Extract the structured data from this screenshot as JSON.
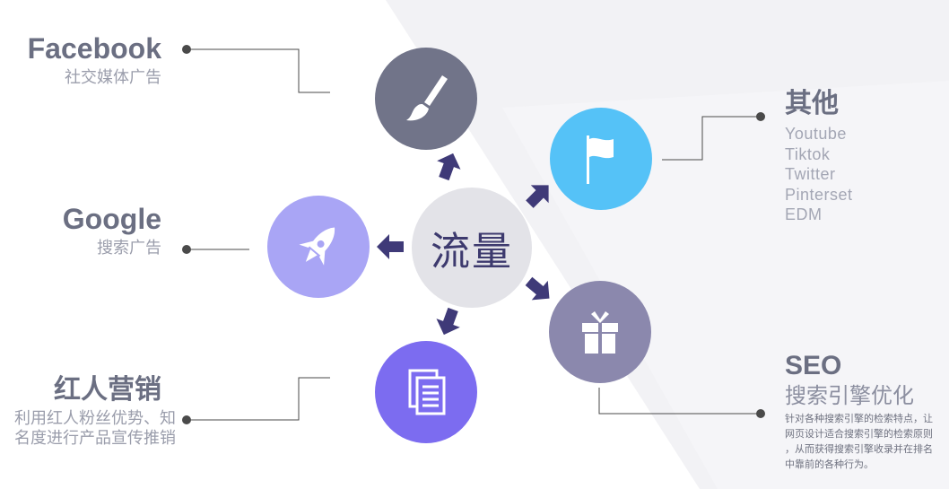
{
  "center": {
    "label": "流量"
  },
  "facebook": {
    "title": "Facebook",
    "subtitle": "社交媒体广告",
    "icon": "paintbrush-icon"
  },
  "google": {
    "title": "Google",
    "subtitle": "搜索广告",
    "icon": "rocket-icon"
  },
  "influencer": {
    "title": "红人营销",
    "description_lines": [
      "利用红人粉丝优势、知",
      "名度进行产品宣传推销"
    ],
    "icon": "document-icon"
  },
  "other": {
    "title": "其他",
    "items": [
      "Youtube",
      "Tiktok",
      "Twitter",
      "Pinterset",
      "EDM"
    ],
    "icon": "flag-icon"
  },
  "seo": {
    "title": "SEO",
    "subtitle": "搜索引擎优化",
    "description_lines": [
      "针对各种搜索引擎的检索特点，让",
      "网页设计适合搜索引擎的检索原则",
      "，从而获得搜索引擎收录并在排名",
      "中靠前的各种行为。"
    ],
    "icon": "gift-icon"
  },
  "colors": {
    "center": "#e3e3e8",
    "center_text": "#3d3a6e",
    "arrow": "#3f3a78",
    "facebook": "#717489",
    "google": "#a9a5f5",
    "influencer": "#7c6cf0",
    "other": "#55c2f7",
    "seo": "#8b88ad",
    "connector": "#4a4a4a"
  }
}
